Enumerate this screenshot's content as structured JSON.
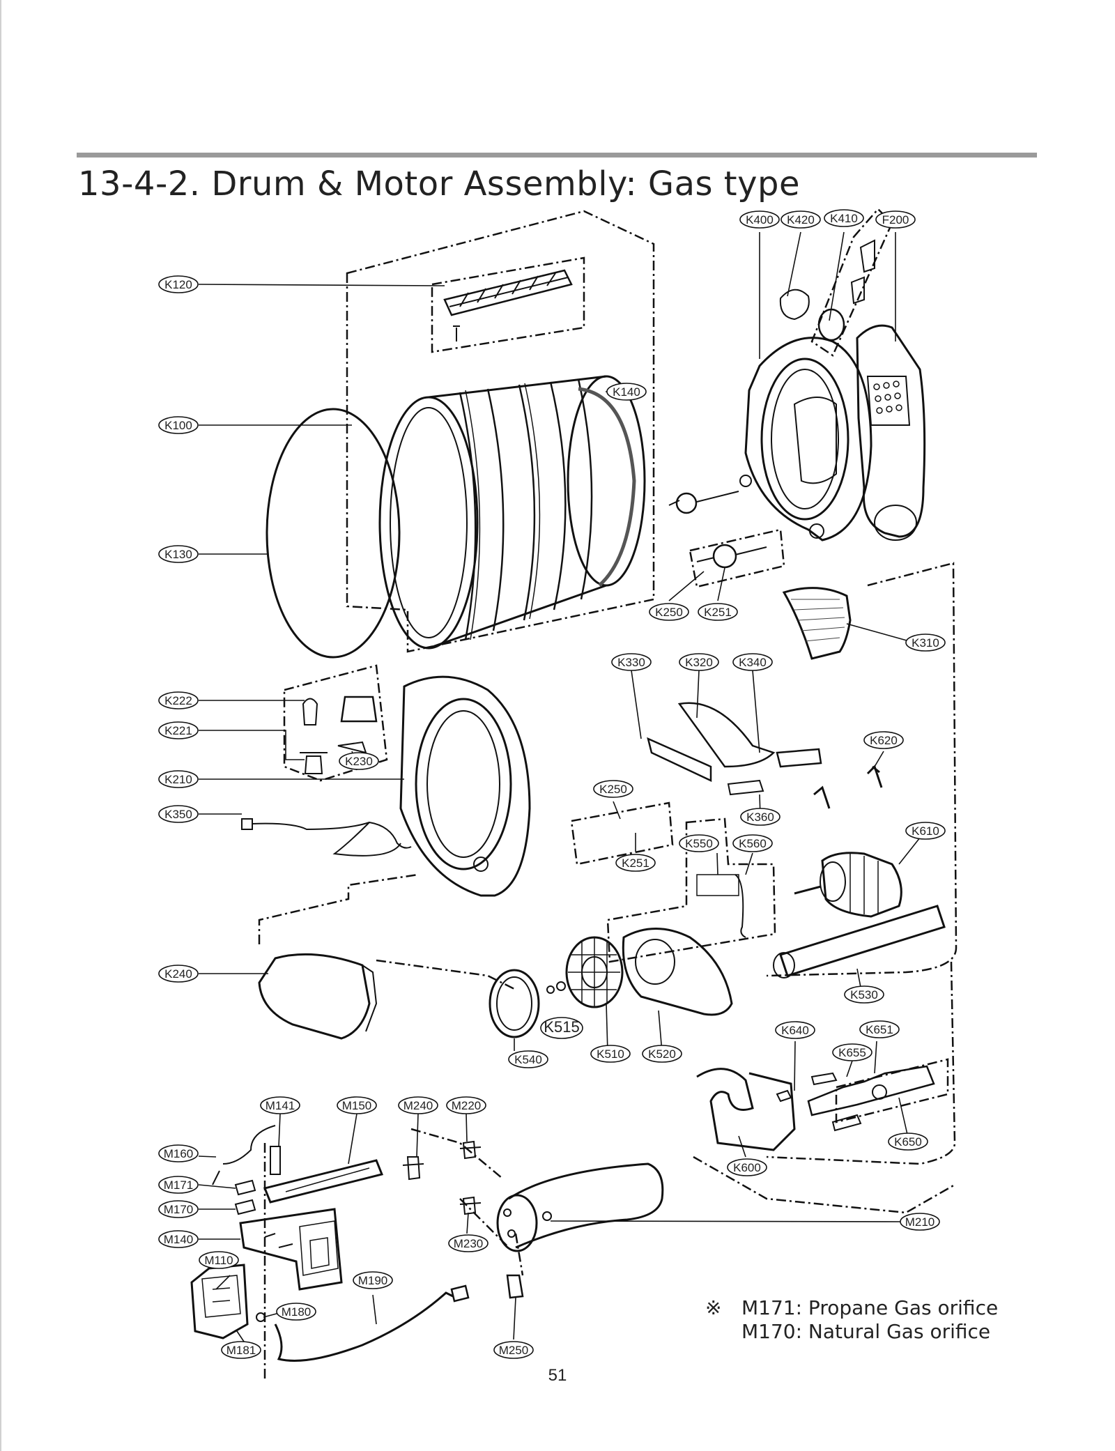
{
  "title": "13-4-2. Drum & Motor Assembly: Gas type",
  "page_number": "51",
  "notes": [
    {
      "mark": "※",
      "text": "M171: Propane Gas orifice"
    },
    {
      "mark": "",
      "text": "M170: Natural Gas orifice"
    }
  ],
  "labels": [
    {
      "id": "K400",
      "text": "K400"
    },
    {
      "id": "K420",
      "text": "K420"
    },
    {
      "id": "K410",
      "text": "K410"
    },
    {
      "id": "F200",
      "text": "F200"
    },
    {
      "id": "K120",
      "text": "K120"
    },
    {
      "id": "K140",
      "text": "K140"
    },
    {
      "id": "K100",
      "text": "K100"
    },
    {
      "id": "K130",
      "text": "K130"
    },
    {
      "id": "K250a",
      "text": "K250"
    },
    {
      "id": "K251a",
      "text": "K251"
    },
    {
      "id": "K310",
      "text": "K310"
    },
    {
      "id": "K330",
      "text": "K330"
    },
    {
      "id": "K320",
      "text": "K320"
    },
    {
      "id": "K340",
      "text": "K340"
    },
    {
      "id": "K222",
      "text": "K222"
    },
    {
      "id": "K221",
      "text": "K221"
    },
    {
      "id": "K230",
      "text": "K230"
    },
    {
      "id": "K210",
      "text": "K210"
    },
    {
      "id": "K620",
      "text": "K620"
    },
    {
      "id": "K250b",
      "text": "K250"
    },
    {
      "id": "K360",
      "text": "K360"
    },
    {
      "id": "K350",
      "text": "K350"
    },
    {
      "id": "K610",
      "text": "K610"
    },
    {
      "id": "K550",
      "text": "K550"
    },
    {
      "id": "K560",
      "text": "K560"
    },
    {
      "id": "K251b",
      "text": "K251"
    },
    {
      "id": "K240",
      "text": "K240"
    },
    {
      "id": "K530",
      "text": "K530"
    },
    {
      "id": "K515",
      "text": "K515"
    },
    {
      "id": "K540",
      "text": "K540"
    },
    {
      "id": "K510",
      "text": "K510"
    },
    {
      "id": "K520",
      "text": "K520"
    },
    {
      "id": "K640",
      "text": "K640"
    },
    {
      "id": "K651",
      "text": "K651"
    },
    {
      "id": "K655",
      "text": "K655"
    },
    {
      "id": "K650",
      "text": "K650"
    },
    {
      "id": "K600",
      "text": "K600"
    },
    {
      "id": "M141",
      "text": "M141"
    },
    {
      "id": "M150",
      "text": "M150"
    },
    {
      "id": "M240",
      "text": "M240"
    },
    {
      "id": "M220",
      "text": "M220"
    },
    {
      "id": "M160",
      "text": "M160"
    },
    {
      "id": "M171",
      "text": "M171"
    },
    {
      "id": "M170",
      "text": "M170"
    },
    {
      "id": "M140",
      "text": "M140"
    },
    {
      "id": "M210",
      "text": "M210"
    },
    {
      "id": "M110",
      "text": "M110"
    },
    {
      "id": "M230",
      "text": "M230"
    },
    {
      "id": "M190",
      "text": "M190"
    },
    {
      "id": "M180",
      "text": "M180"
    },
    {
      "id": "M181",
      "text": "M181"
    },
    {
      "id": "M250",
      "text": "M250"
    }
  ]
}
